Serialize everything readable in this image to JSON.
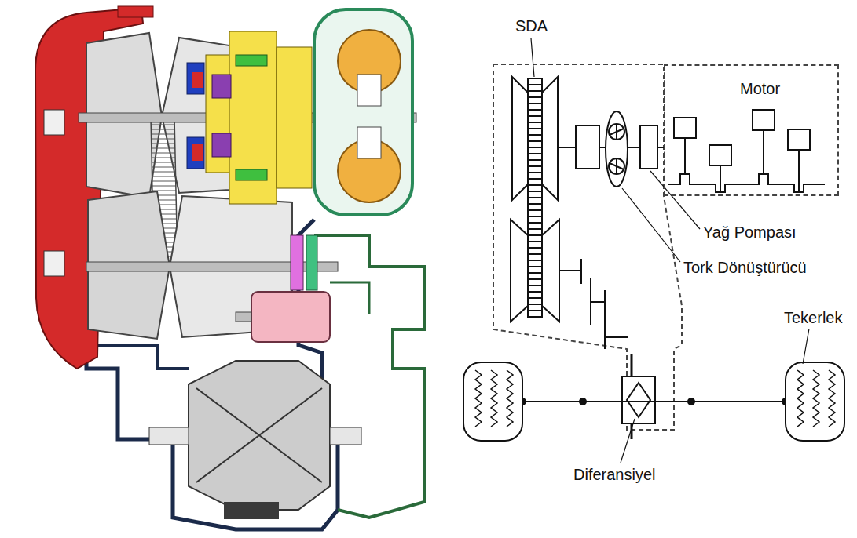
{
  "diagram": {
    "nodes": [
      {
        "text": [
          "Motor"
        ]
      }
    ],
    "labels": [
      "SDA",
      "Yağ Pompası",
      "Tork Dönüştürücü",
      "Tekerlek",
      "Diferansiyel"
    ]
  }
}
